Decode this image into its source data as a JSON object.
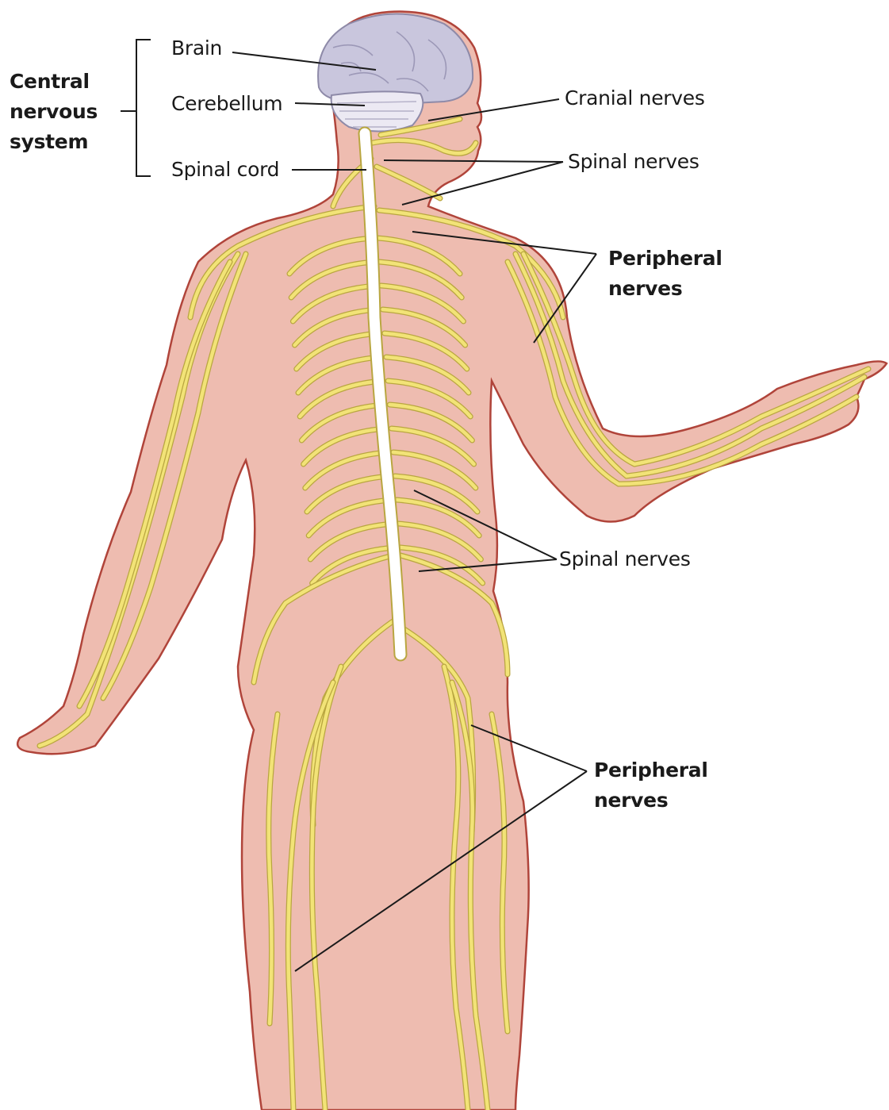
{
  "labels": {
    "cns": "Central\nnervous\nsystem",
    "brain": "Brain",
    "cerebellum": "Cerebellum",
    "spinal_cord": "Spinal cord",
    "cranial_nerves": "Cranial nerves",
    "spinal_nerves_upper": "Spinal nerves",
    "peripheral_nerves_upper": "Peripheral\nnerves",
    "spinal_nerves_lower": "Spinal nerves",
    "peripheral_nerves_lower": "Peripheral\nnerves"
  },
  "colors": {
    "skin": "#eebcb0",
    "skin_outline": "#b0443a",
    "nerve": "#f2e377",
    "nerve_outline": "#b9a640",
    "brain": "#c9c6dd",
    "cerebellum": "#ece9f3",
    "spinal_cord": "#ffffff",
    "leader_line": "#1a1a1a"
  }
}
